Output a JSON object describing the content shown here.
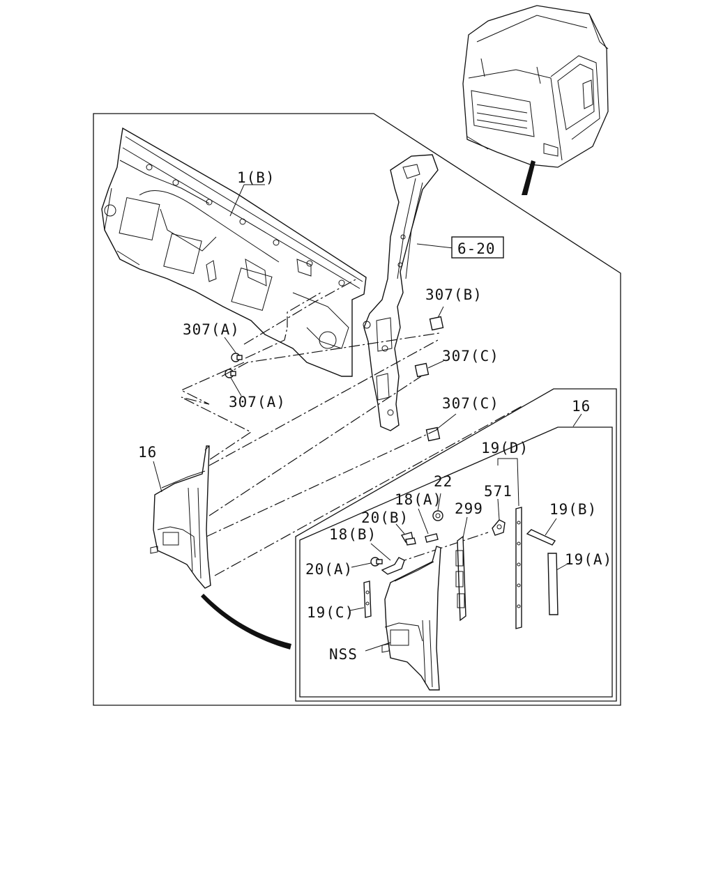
{
  "labels": {
    "cowl_panel": "1(B)",
    "ref_section": "6-20",
    "clip_307a_upper": "307(A)",
    "clip_307a_lower": "307(A)",
    "clip_307b": "307(B)",
    "clip_307c_upper": "307(C)",
    "clip_307c_lower": "307(C)",
    "panel_16_left": "16",
    "panel_16_box": "16",
    "seal_19d": "19(D)",
    "part_22": "22",
    "part_571": "571",
    "bracket_18a": "18(A)",
    "part_299": "299",
    "bracket_20b": "20(B)",
    "bracket_18b": "18(B)",
    "seal_19b": "19(B)",
    "bolt_20a": "20(A)",
    "seal_19a": "19(A)",
    "seal_19c": "19(C)",
    "nss": "NSS"
  }
}
